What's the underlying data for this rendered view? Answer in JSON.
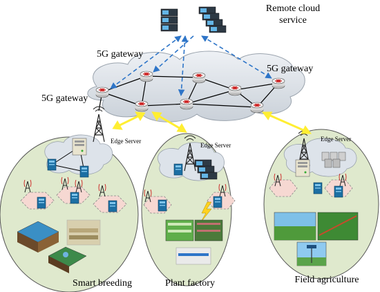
{
  "cloud_service": {
    "line1": "Remote cloud",
    "line2": "service"
  },
  "gateways": {
    "left_upper": "5G gateway",
    "right": "5G gateway",
    "left_lower": "5G gateway"
  },
  "edge_servers": {
    "breeding": "Edge Server",
    "factory": "Edge Server",
    "field": "Edge Server"
  },
  "zones": {
    "breeding": "Smart breeding",
    "factory": "Plant factory",
    "field": "Field agriculture"
  },
  "colors": {
    "zone_fill": "#dfe9cd",
    "cloud_fill": "#dde3ea",
    "dashed_link": "#2e75c8",
    "yellow_link": "#ffee33",
    "router_body": "#f0f0f0",
    "router_mark": "#cc1a1a",
    "hexagon_fill": "#f6d8d2"
  },
  "icons": [
    "server-rack-icon",
    "router-icon",
    "cell-tower-icon",
    "edge-server-icon",
    "computer-icon",
    "wifi-tower-icon",
    "lightning-icon"
  ]
}
